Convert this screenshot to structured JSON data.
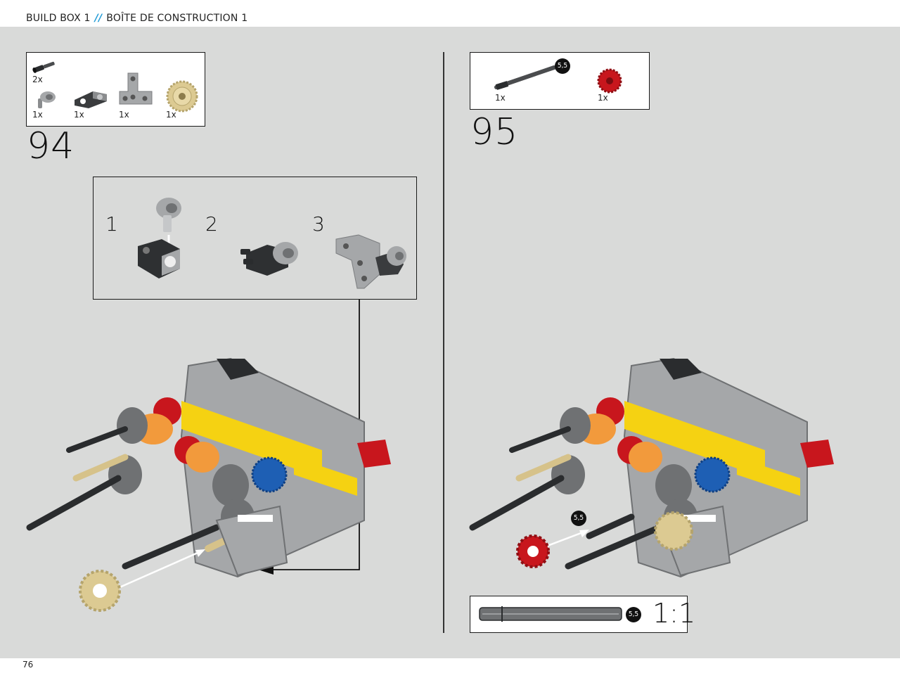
{
  "header": {
    "title_en": "BUILD BOX 1",
    "separator": "//",
    "title_fr": "BOÎTE DE CONSTRUCTION 1"
  },
  "page_number": "76",
  "steps": [
    {
      "number": "94",
      "parts": [
        {
          "qty": "2x",
          "icon": "pin-with-axle-icon"
        },
        {
          "qty": "1x",
          "icon": "ball-joint-icon"
        },
        {
          "qty": "1x",
          "icon": "perpendicular-connector-icon"
        },
        {
          "qty": "1x",
          "icon": "t-beam-icon"
        },
        {
          "qty": "1x",
          "icon": "tan-gear-icon"
        }
      ],
      "substeps": [
        "1",
        "2",
        "3"
      ]
    },
    {
      "number": "95",
      "parts": [
        {
          "qty": "1x",
          "icon": "axle-icon"
        },
        {
          "qty": "1x",
          "icon": "red-gear-icon"
        }
      ],
      "axle_length_badge": "5,5",
      "model_badge": "5,5",
      "scale": {
        "badge": "5,5",
        "ratio": "1:1"
      }
    }
  ],
  "colors": {
    "page_bg": "#d9dad9",
    "accent": "#1e9ad6",
    "gear_red": "#c8161d",
    "gear_tan": "#dcca92",
    "gear_blue": "#1e5fb4",
    "beam_yellow": "#f5d212",
    "bush_orange": "#f29a3c",
    "light_gray": "#a5a7a9",
    "dark_gray": "#4a4c4e"
  }
}
